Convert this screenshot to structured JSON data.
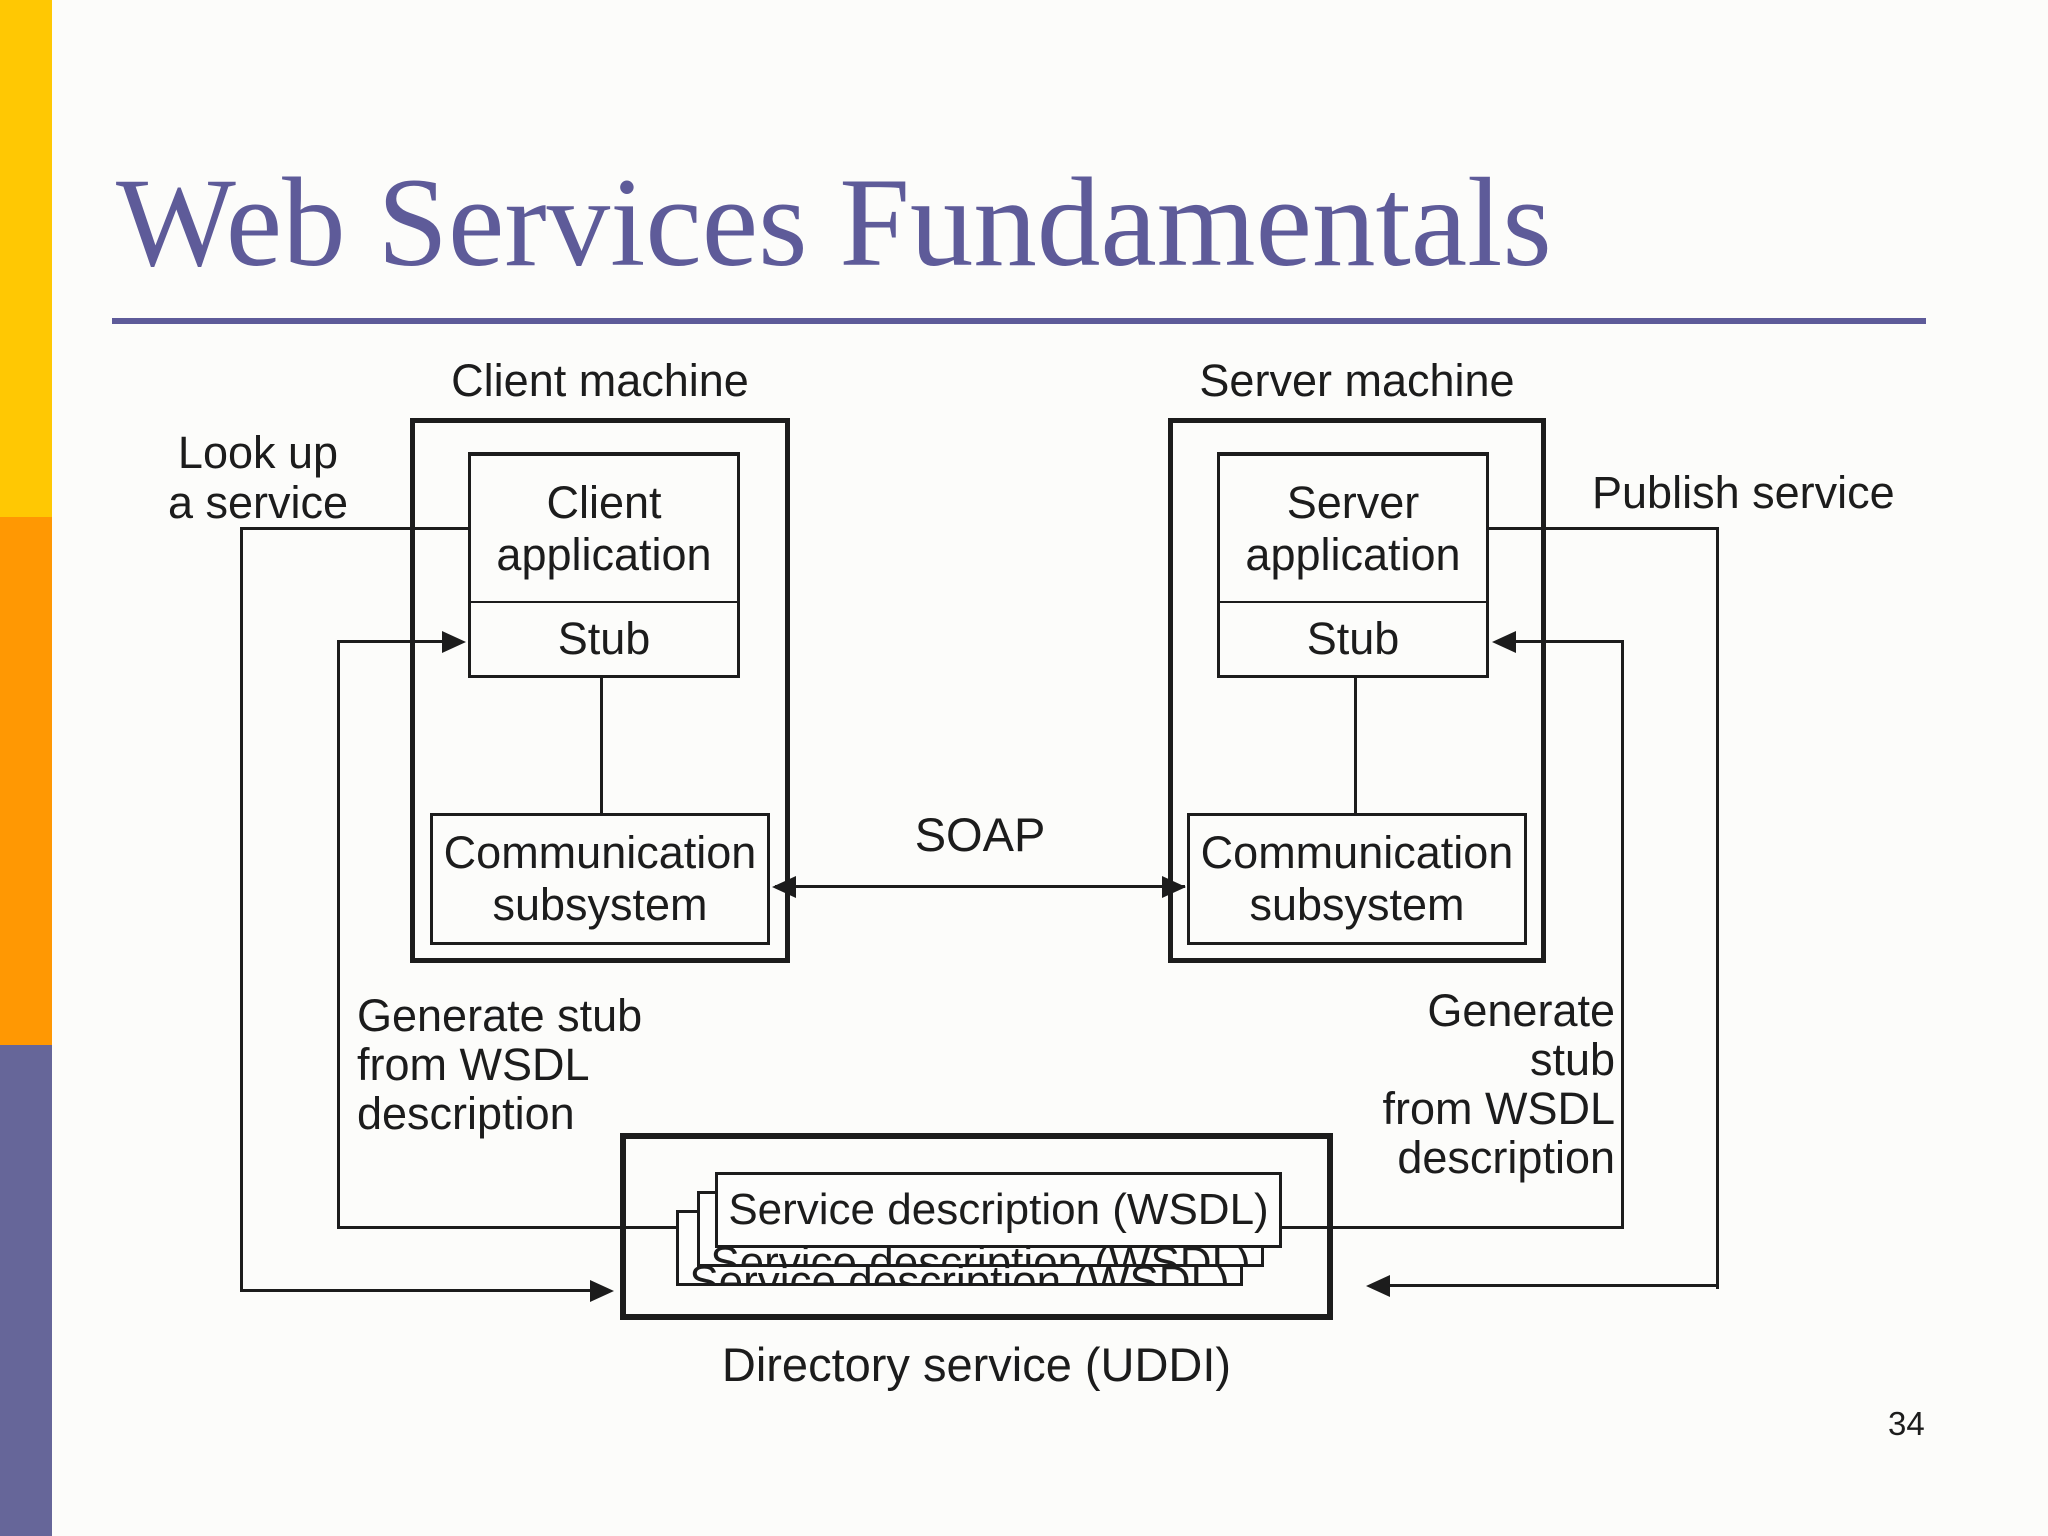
{
  "slide": {
    "title": "Web Services Fundamentals",
    "page_number": "34"
  },
  "colors": {
    "accent": "#5e5b99",
    "line": "#1c1c1c",
    "bg": "#fcfcfa",
    "paper": "#fdfdfc",
    "sb-yellow": "#ffc803",
    "sb-orange": "#ff9803",
    "sb-purple": "#666699"
  },
  "diagram": {
    "client": {
      "machine_label": "Client machine",
      "application_label": "Client application",
      "stub_label": "Stub",
      "comm_label": "Communication subsystem"
    },
    "server": {
      "machine_label": "Server machine",
      "application_label": "Server application",
      "stub_label": "Stub",
      "comm_label": "Communication subsystem"
    },
    "soap_label": "SOAP",
    "lookup_label": [
      "Look up",
      "a service"
    ],
    "publish_label": "Publish service",
    "generate_stub_left": [
      "Generate stub",
      "from WSDL",
      "description"
    ],
    "generate_stub_right": [
      "Generate stub",
      "from WSDL",
      "description"
    ],
    "service_description_label": "Service description (WSDL)",
    "directory_label": "Directory service (UDDI)"
  }
}
